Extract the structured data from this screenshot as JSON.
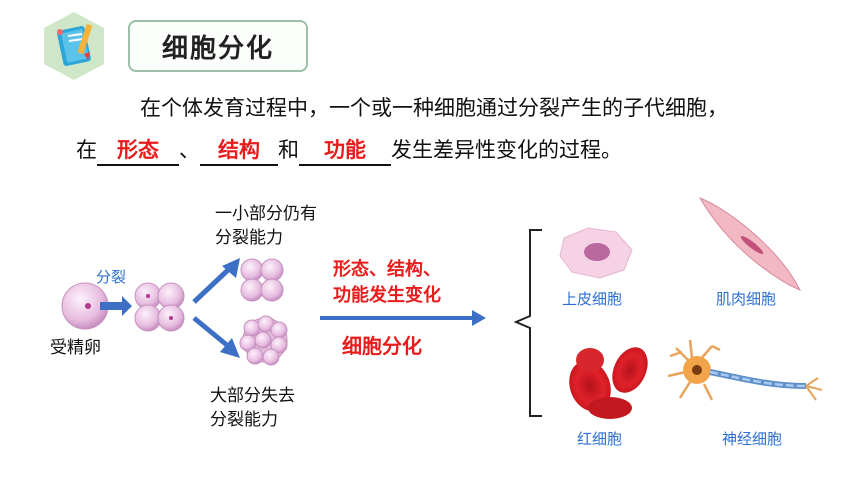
{
  "header": {
    "title": "细胞分化"
  },
  "definition": {
    "line1": "在个体发育过程中，一个或一种细胞通过分裂产生的子代细胞，",
    "line2_prefix": "在",
    "blank1": "形态",
    "sep1": "、",
    "blank2": "结构",
    "sep2": "和",
    "blank3": "功能",
    "line2_suffix": "发生差异性变化的过程。"
  },
  "diagram": {
    "zygote_label": "受精卵",
    "division_label": "分裂",
    "upper_branch_line1": "一小部分仍有",
    "upper_branch_line2": "分裂能力",
    "lower_branch_line1": "大部分失去",
    "lower_branch_line2": "分裂能力",
    "change_line1": "形态、结构、",
    "change_line2": "功能发生变化",
    "differentiation_label": "细胞分化"
  },
  "cells": {
    "epithelial": "上皮细胞",
    "muscle": "肌肉细胞",
    "red_blood": "红细胞",
    "nerve": "神经细胞"
  },
  "colors": {
    "accent_red": "#e81c1c",
    "arrow_blue": "#3d6fc4",
    "cell_label_blue": "#2f6fd0",
    "title_border": "#9bbfa7"
  }
}
